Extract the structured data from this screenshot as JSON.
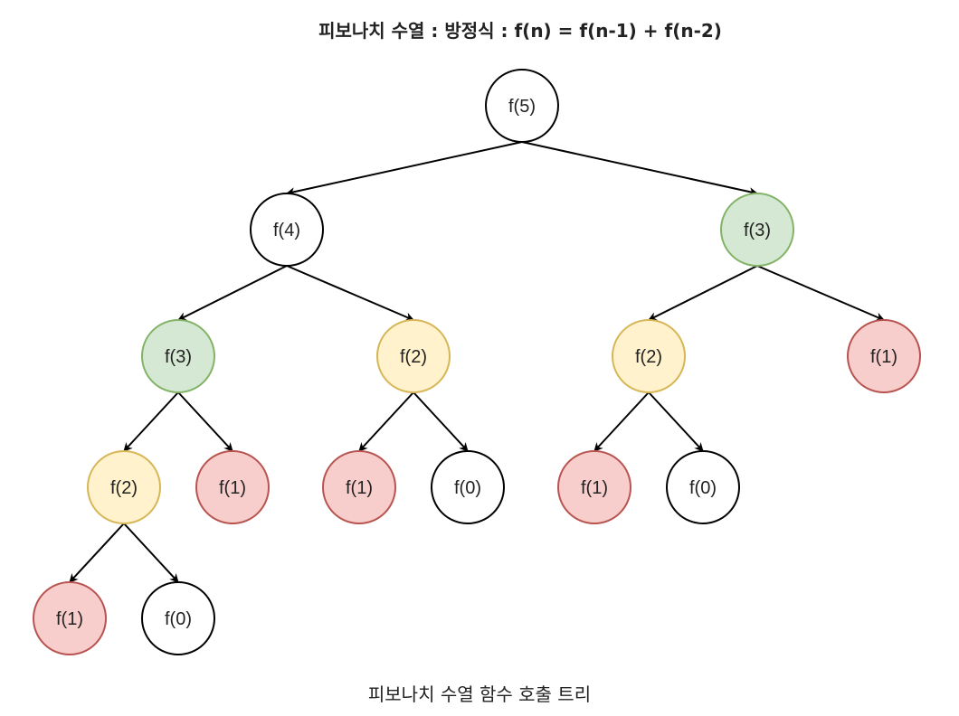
{
  "title": "피보나치 수열 :  방정식 : f(n) = f(n-1) + f(n-2)",
  "caption": "피보나치 수열 함수 호출 트리",
  "colors": {
    "plain_fill": "#ffffff",
    "plain_stroke": "#000000",
    "green_fill": "#d5e8d4",
    "green_stroke": "#82b366",
    "yellow_fill": "#fff2cc",
    "yellow_stroke": "#d6b656",
    "red_fill": "#f8cecc",
    "red_stroke": "#b85450"
  },
  "nodes": [
    {
      "id": "n1",
      "label": "f(5)",
      "style": "plain"
    },
    {
      "id": "n2",
      "label": "f(4)",
      "style": "plain"
    },
    {
      "id": "n3",
      "label": "f(3)",
      "style": "green"
    },
    {
      "id": "n4",
      "label": "f(3)",
      "style": "green"
    },
    {
      "id": "n5",
      "label": "f(2)",
      "style": "yellow"
    },
    {
      "id": "n6",
      "label": "f(2)",
      "style": "yellow"
    },
    {
      "id": "n7",
      "label": "f(1)",
      "style": "red"
    },
    {
      "id": "n8",
      "label": "f(2)",
      "style": "yellow"
    },
    {
      "id": "n9",
      "label": "f(1)",
      "style": "red"
    },
    {
      "id": "n10",
      "label": "f(1)",
      "style": "red"
    },
    {
      "id": "n11",
      "label": "f(0)",
      "style": "plain"
    },
    {
      "id": "n12",
      "label": "f(1)",
      "style": "red"
    },
    {
      "id": "n13",
      "label": "f(0)",
      "style": "plain"
    },
    {
      "id": "n14",
      "label": "f(1)",
      "style": "red"
    },
    {
      "id": "n15",
      "label": "f(0)",
      "style": "plain"
    }
  ],
  "edges": [
    [
      "n1",
      "n2"
    ],
    [
      "n1",
      "n3"
    ],
    [
      "n2",
      "n4"
    ],
    [
      "n2",
      "n5"
    ],
    [
      "n3",
      "n6"
    ],
    [
      "n3",
      "n7"
    ],
    [
      "n4",
      "n8"
    ],
    [
      "n4",
      "n9"
    ],
    [
      "n5",
      "n10"
    ],
    [
      "n5",
      "n11"
    ],
    [
      "n6",
      "n12"
    ],
    [
      "n6",
      "n13"
    ],
    [
      "n8",
      "n14"
    ],
    [
      "n8",
      "n15"
    ]
  ]
}
